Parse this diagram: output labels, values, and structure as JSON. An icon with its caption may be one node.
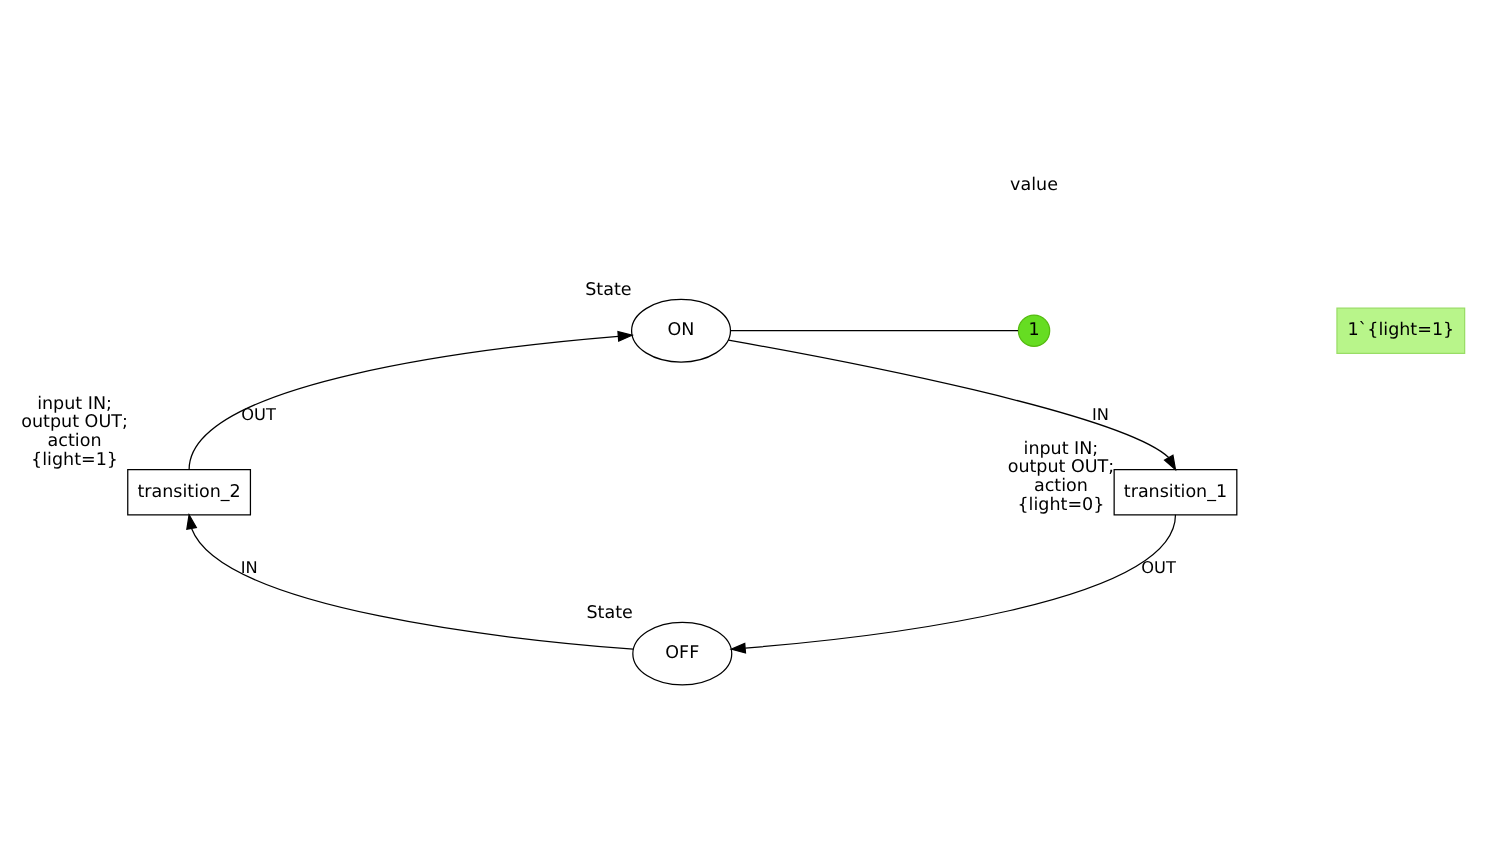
{
  "diagram": {
    "nodes": [
      {
        "text": [
          "ON"
        ],
        "beside": [
          "State"
        ]
      },
      {
        "text": [
          "transition_1"
        ],
        "beside": [
          "input IN; output OUT; action {light=0}"
        ]
      },
      {
        "text": [
          "OFF"
        ],
        "beside": [
          "State"
        ]
      },
      {
        "text": [
          "transition_2"
        ],
        "beside": [
          "input IN; output OUT; action {light=1}"
        ]
      },
      {
        "text": [
          "1"
        ]
      },
      {
        "text": [
          "1`{light=1}"
        ]
      }
    ],
    "edges": [
      {
        "from": 0,
        "to": 1,
        "arrow": "to",
        "label": "IN"
      },
      {
        "from": 1,
        "to": 2,
        "arrow": "to",
        "label": "OUT"
      },
      {
        "from": 2,
        "to": 3,
        "arrow": "to",
        "label": "IN"
      },
      {
        "from": 3,
        "to": 0,
        "arrow": "to",
        "label": "OUT"
      },
      {
        "from": 0,
        "to": 4,
        "arrow": "none"
      }
    ],
    "labels": [
      "value"
    ]
  }
}
